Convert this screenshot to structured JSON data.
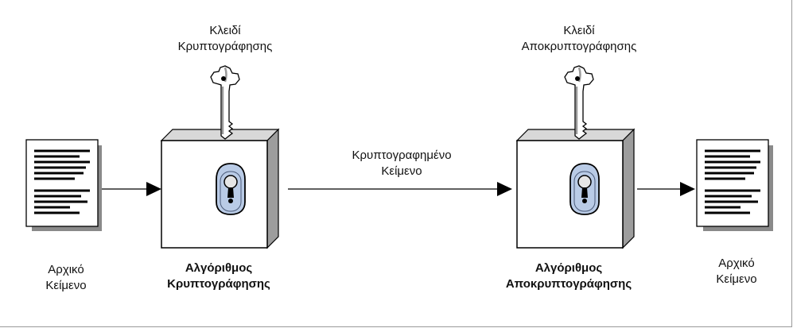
{
  "labels": {
    "enc_key": [
      "Κλειδί",
      "Κρυπτογράφησης"
    ],
    "dec_key": [
      "Κλειδί",
      "Αποκρυπτογράφησης"
    ],
    "ciphertext": [
      "Κρυπτογραφημένο",
      "Κείμενο"
    ],
    "plaintext_in": [
      "Αρχικό",
      "Κείμενο"
    ],
    "plaintext_out": [
      "Αρχικό",
      "Κείμενο"
    ],
    "enc_algo": [
      "Αλγόριθμος",
      "Κρυπτογράφησης"
    ],
    "dec_algo": [
      "Αλγόριθμος",
      "Αποκρυπτογράφησης"
    ]
  },
  "icons": {
    "document": "document-icon",
    "key": "key-icon",
    "lock_box": "lock-box-icon"
  },
  "colors": {
    "lock_plate": "#b9cbe6",
    "box_face": "#ffffff",
    "box_side": "#9d9d9d",
    "line": "#000000"
  }
}
